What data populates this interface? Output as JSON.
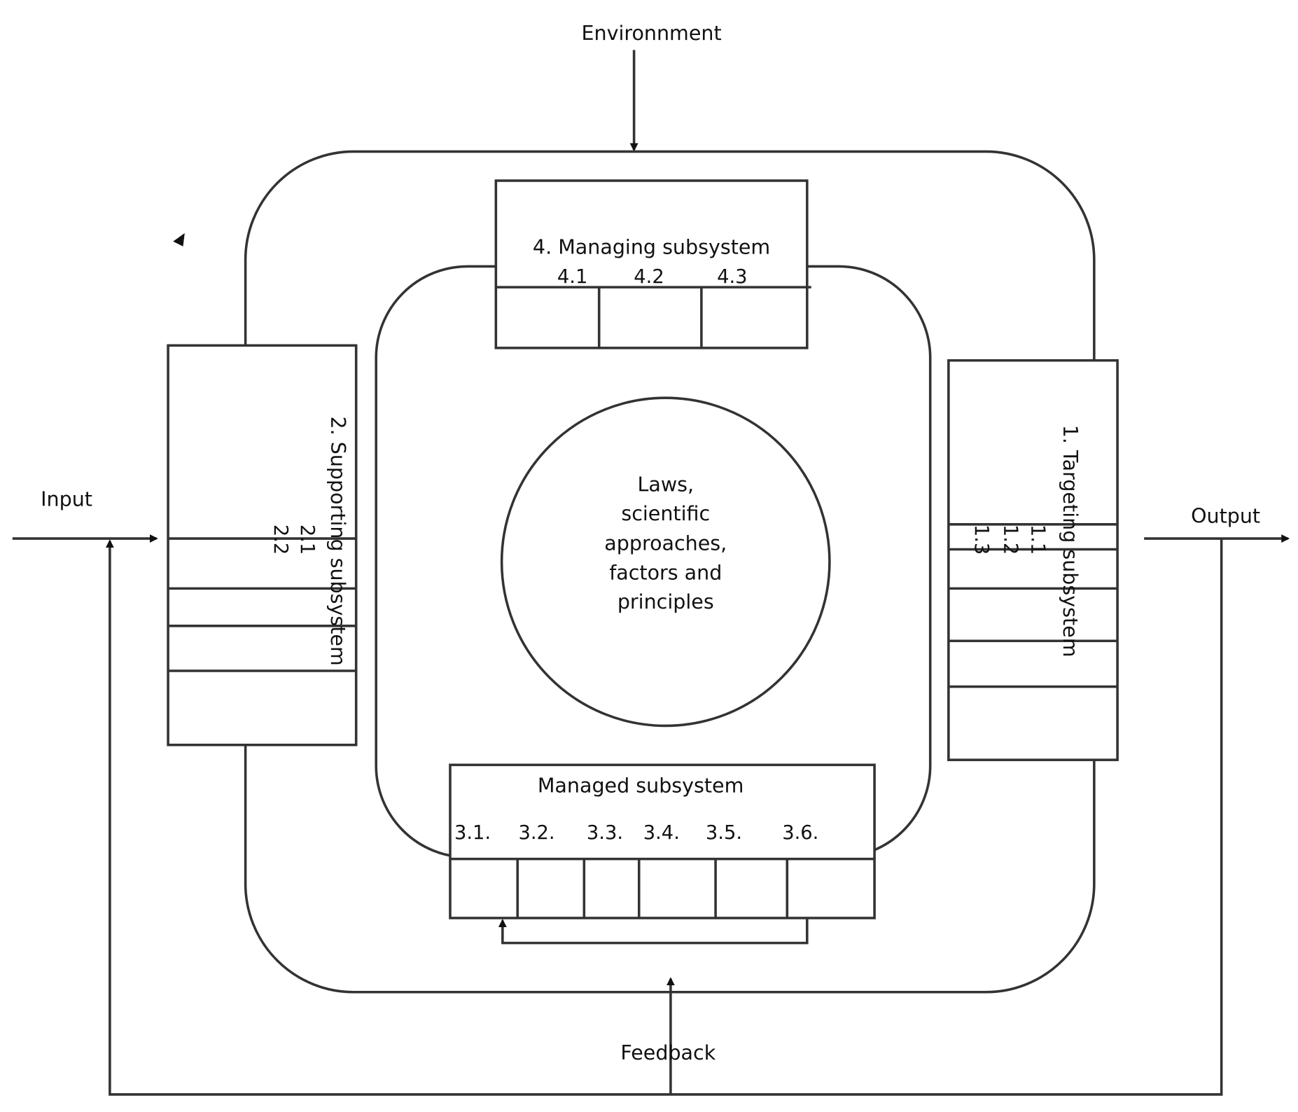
{
  "environment": "Environnment",
  "input": "Input",
  "output": "Output",
  "feedback": "Feedback",
  "center": {
    "lines": [
      "Laws,",
      "scientific",
      "approaches,",
      "factors and",
      "principles"
    ]
  },
  "managing": {
    "title": "4. Managing subsystem",
    "items": [
      "4.1",
      "4.2",
      "4.3"
    ]
  },
  "supporting": {
    "title": "2. Supporting subsystem",
    "items": [
      "2.1",
      "2.2"
    ]
  },
  "targeting": {
    "title": "1. Targeting subsystem",
    "items": [
      "1.1",
      "1.2",
      "1.3"
    ]
  },
  "managed": {
    "title": "Managed subsystem",
    "items": [
      "3.1.",
      "3.2.",
      "3.3.",
      "3.4.",
      "3.5.",
      "3.6."
    ]
  }
}
